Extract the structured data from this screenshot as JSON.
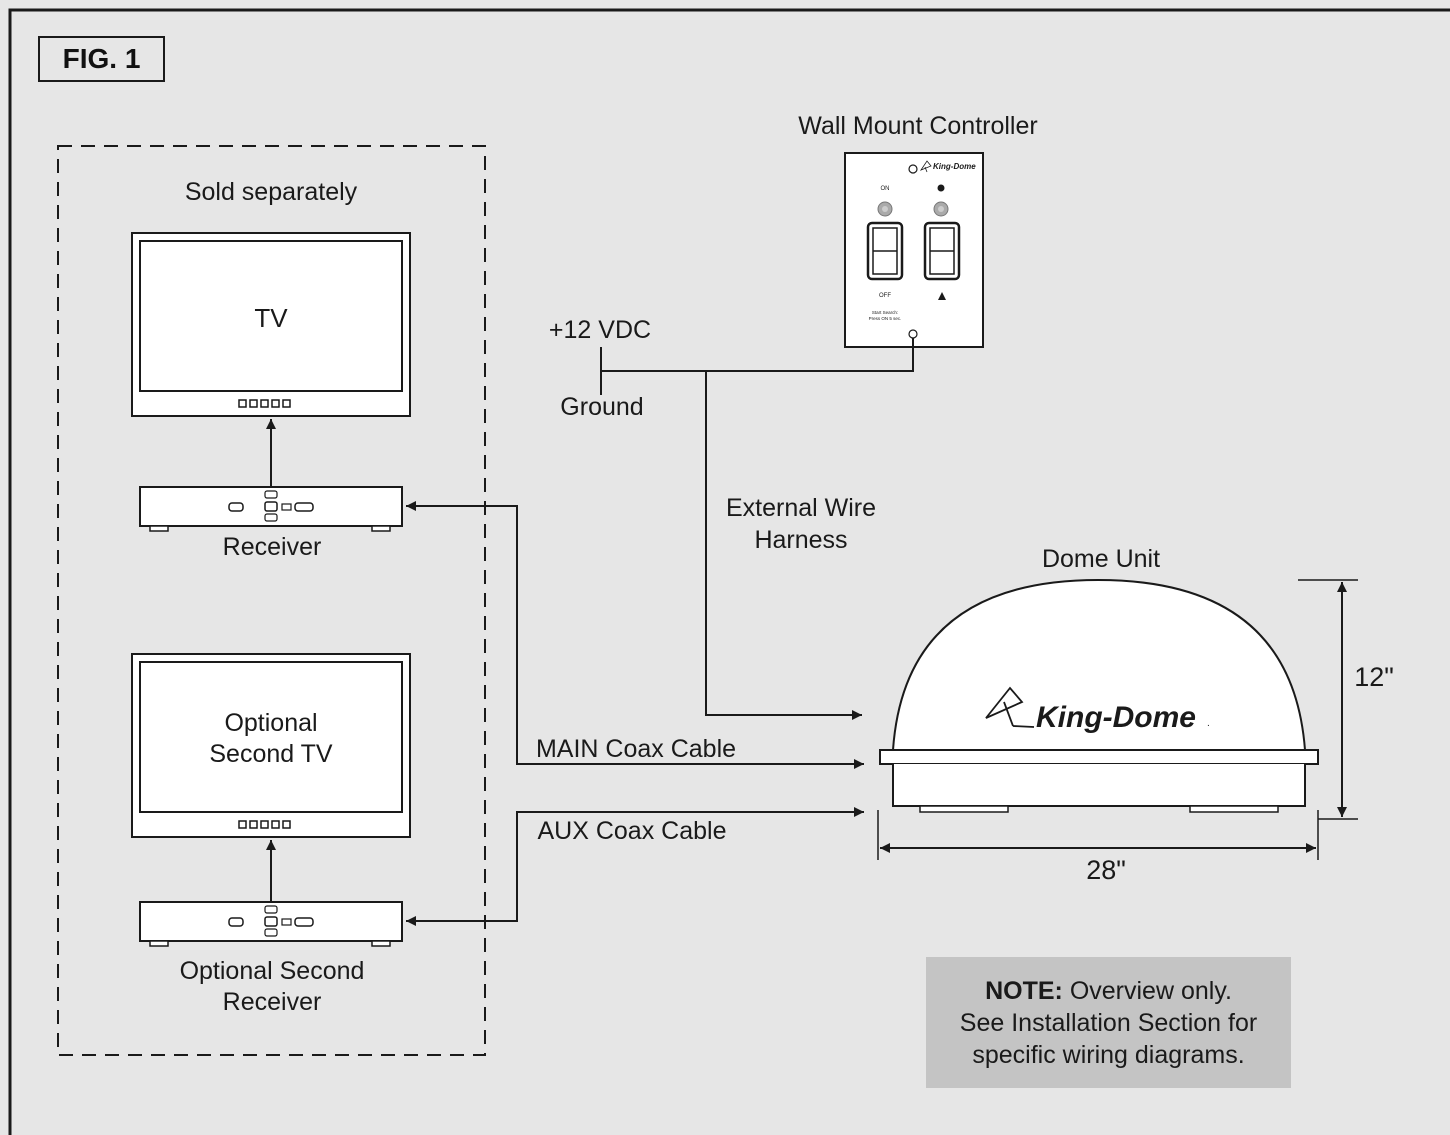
{
  "figure": {
    "label": "FIG. 1"
  },
  "group": {
    "title": "Sold separately"
  },
  "tv": {
    "label": "TV"
  },
  "receiver": {
    "label": "Receiver"
  },
  "tv2": {
    "label_line1": "Optional",
    "label_line2": "Second TV"
  },
  "receiver2": {
    "label_line1": "Optional Second",
    "label_line2": "Receiver"
  },
  "controller": {
    "title": "Wall Mount Controller",
    "brand": "King-Dome",
    "on_label": "ON",
    "off_label": "OFF",
    "search_line1": "Start Search:",
    "search_line2": "Press ON 5 sec."
  },
  "power": {
    "voltage": "+12 VDC",
    "ground": "Ground"
  },
  "harness": {
    "line1": "External Wire",
    "line2": "Harness"
  },
  "cables": {
    "main": "MAIN Coax Cable",
    "aux": "AUX Coax Cable"
  },
  "dome": {
    "title": "Dome Unit",
    "brand": "King-Dome",
    "brand_mark": ".",
    "height": "12\"",
    "width": "28\""
  },
  "note": {
    "bold": "NOTE:",
    "line1": " Overview only.",
    "line2": "See Installation Section for",
    "line3": "specific wiring diagrams."
  }
}
